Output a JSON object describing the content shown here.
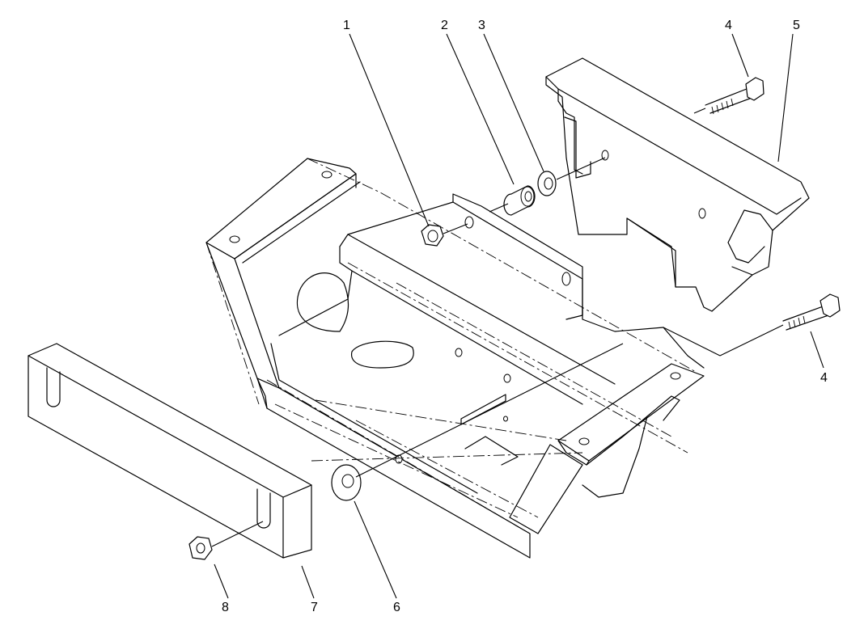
{
  "diagram": {
    "callouts": [
      {
        "id": "c1",
        "label": "1"
      },
      {
        "id": "c2",
        "label": "2"
      },
      {
        "id": "c3",
        "label": "3"
      },
      {
        "id": "c4a",
        "label": "4"
      },
      {
        "id": "c5",
        "label": "5"
      },
      {
        "id": "c4b",
        "label": "4"
      },
      {
        "id": "c6",
        "label": "6"
      },
      {
        "id": "c7",
        "label": "7"
      },
      {
        "id": "c8",
        "label": "8"
      }
    ]
  }
}
